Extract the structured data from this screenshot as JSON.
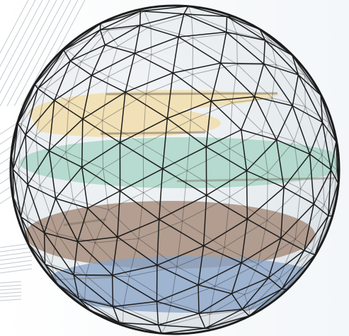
{
  "colors": {
    "background": "#f6f9fa",
    "sphere_fill": "#e4eaee",
    "mesh_line": "#1c1c1c",
    "guide_line": "#c4cace",
    "layer_1": "#f1dca8",
    "layer_2": "#a4d3c3",
    "layer_3": "#9c7e6b",
    "layer_4": "#8aa4c6",
    "layer_edge": "#7c705e"
  },
  "icons": {
    "main": "geodesic-sphere-icon"
  },
  "layers": [
    {
      "name": "cream-layer",
      "color_key": "layer_1"
    },
    {
      "name": "teal-layer",
      "color_key": "layer_2"
    },
    {
      "name": "brown-layer",
      "color_key": "layer_3"
    },
    {
      "name": "blue-layer",
      "color_key": "layer_4"
    }
  ]
}
